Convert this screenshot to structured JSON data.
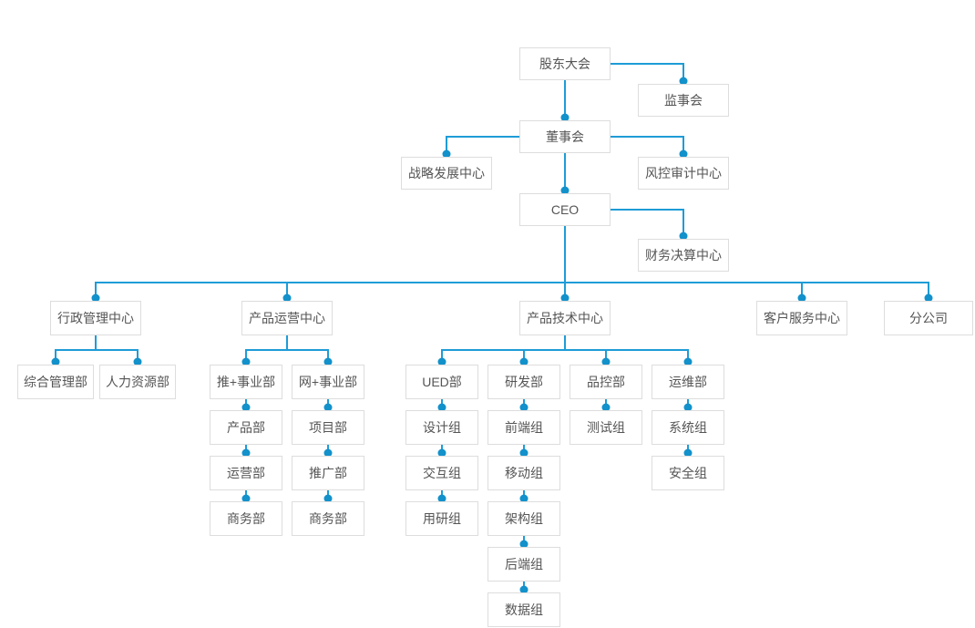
{
  "diagram": {
    "type": "org-chart",
    "language": "zh-CN",
    "colors": {
      "line": "#1E9CD7",
      "dot": "#1291CB",
      "box_border": "#DDDDDD",
      "box_background": "#FFFFFF",
      "text": "#555555",
      "page_background": "#FFFFFF"
    },
    "nodes": {
      "shareholders": "股东大会",
      "supervisory": "监事会",
      "board": "董事会",
      "strategy": "战略发展中心",
      "risk_audit": "风控审计中心",
      "ceo": "CEO",
      "finance": "财务决算中心",
      "admin_center": "行政管理中心",
      "ops_center": "产品运营中心",
      "tech_center": "产品技术中心",
      "service_center": "客户服务中心",
      "branch": "分公司",
      "general_mgmt": "综合管理部",
      "hr": "人力资源部",
      "tui_dept": "推+事业部",
      "wang_dept": "网+事业部",
      "ued": "UED部",
      "rd": "研发部",
      "qc": "品控部",
      "om": "运维部",
      "product_dept": "产品部",
      "project_dept": "项目部",
      "design_group": "设计组",
      "frontend_group": "前端组",
      "testing_group": "测试组",
      "system_group": "系统组",
      "operation_dept": "运营部",
      "promotion_dept": "推广部",
      "interaction_group": "交互组",
      "mobile_group": "移动组",
      "security_group": "安全组",
      "business_dept_tui": "商务部",
      "business_dept_wang": "商务部",
      "user_research_group": "用研组",
      "architecture_group": "架构组",
      "backend_group": "后端组",
      "data_group": "数据组"
    },
    "edges": [
      {
        "from": "shareholders",
        "to": "supervisory"
      },
      {
        "from": "shareholders",
        "to": "board"
      },
      {
        "from": "board",
        "to": "strategy"
      },
      {
        "from": "board",
        "to": "risk_audit"
      },
      {
        "from": "board",
        "to": "ceo"
      },
      {
        "from": "ceo",
        "to": "finance"
      },
      {
        "from": "ceo",
        "to": "admin_center"
      },
      {
        "from": "ceo",
        "to": "ops_center"
      },
      {
        "from": "ceo",
        "to": "tech_center"
      },
      {
        "from": "ceo",
        "to": "service_center"
      },
      {
        "from": "ceo",
        "to": "branch"
      },
      {
        "from": "admin_center",
        "to": "general_mgmt"
      },
      {
        "from": "admin_center",
        "to": "hr"
      },
      {
        "from": "ops_center",
        "to": "tui_dept"
      },
      {
        "from": "ops_center",
        "to": "wang_dept"
      },
      {
        "from": "tui_dept",
        "to": "product_dept"
      },
      {
        "from": "product_dept",
        "to": "operation_dept"
      },
      {
        "from": "operation_dept",
        "to": "business_dept_tui"
      },
      {
        "from": "wang_dept",
        "to": "project_dept"
      },
      {
        "from": "project_dept",
        "to": "promotion_dept"
      },
      {
        "from": "promotion_dept",
        "to": "business_dept_wang"
      },
      {
        "from": "tech_center",
        "to": "ued"
      },
      {
        "from": "tech_center",
        "to": "rd"
      },
      {
        "from": "tech_center",
        "to": "qc"
      },
      {
        "from": "tech_center",
        "to": "om"
      },
      {
        "from": "ued",
        "to": "design_group"
      },
      {
        "from": "design_group",
        "to": "interaction_group"
      },
      {
        "from": "interaction_group",
        "to": "user_research_group"
      },
      {
        "from": "rd",
        "to": "frontend_group"
      },
      {
        "from": "frontend_group",
        "to": "mobile_group"
      },
      {
        "from": "mobile_group",
        "to": "architecture_group"
      },
      {
        "from": "architecture_group",
        "to": "backend_group"
      },
      {
        "from": "backend_group",
        "to": "data_group"
      },
      {
        "from": "qc",
        "to": "testing_group"
      },
      {
        "from": "om",
        "to": "system_group"
      },
      {
        "from": "om",
        "to": "security_group"
      }
    ]
  }
}
